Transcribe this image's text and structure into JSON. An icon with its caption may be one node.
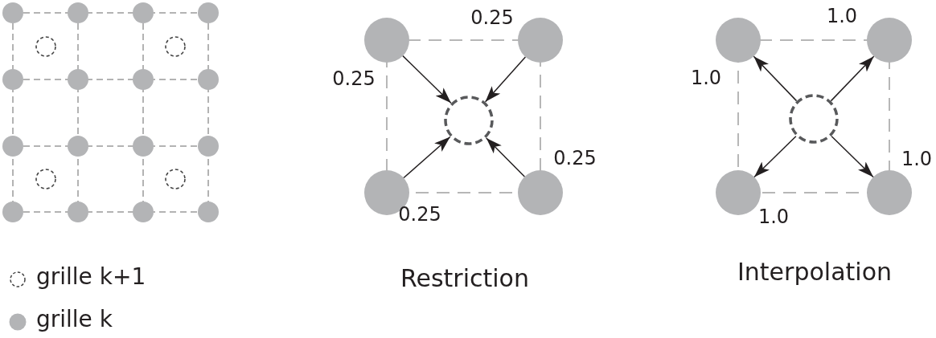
{
  "diagram": {
    "nodes": [
      {
        "text": [],
        "shape": "circle"
      },
      {
        "text": [],
        "shape": "circle"
      },
      {
        "text": [],
        "shape": "circle"
      },
      {
        "text": [],
        "shape": "circle"
      },
      {
        "text": [],
        "shape": "circle"
      },
      {
        "text": [],
        "shape": "circle"
      },
      {
        "text": [],
        "shape": "circle"
      },
      {
        "text": [],
        "shape": "circle"
      },
      {
        "text": [],
        "shape": "circle"
      },
      {
        "text": [],
        "shape": "circle"
      }
    ],
    "edges": [
      {
        "from": 0,
        "to": 4,
        "arrow": "to"
      },
      {
        "from": 1,
        "to": 4,
        "arrow": "to"
      },
      {
        "from": 2,
        "to": 4,
        "arrow": "to"
      },
      {
        "from": 3,
        "to": 4,
        "arrow": "to"
      },
      {
        "from": 9,
        "to": 5,
        "arrow": "to"
      },
      {
        "from": 9,
        "to": 6,
        "arrow": "to"
      },
      {
        "from": 9,
        "to": 7,
        "arrow": "to"
      },
      {
        "from": 9,
        "to": 8,
        "arrow": "to"
      }
    ],
    "labels": [
      "0.25",
      "0.25",
      "0.25",
      "0.25",
      "Restriction",
      "1.0",
      "1.0",
      "1.0",
      "1.0",
      "Interpolation"
    ],
    "legend": [
      {
        "text": "grille k+1"
      },
      {
        "text": "grille k"
      }
    ]
  }
}
